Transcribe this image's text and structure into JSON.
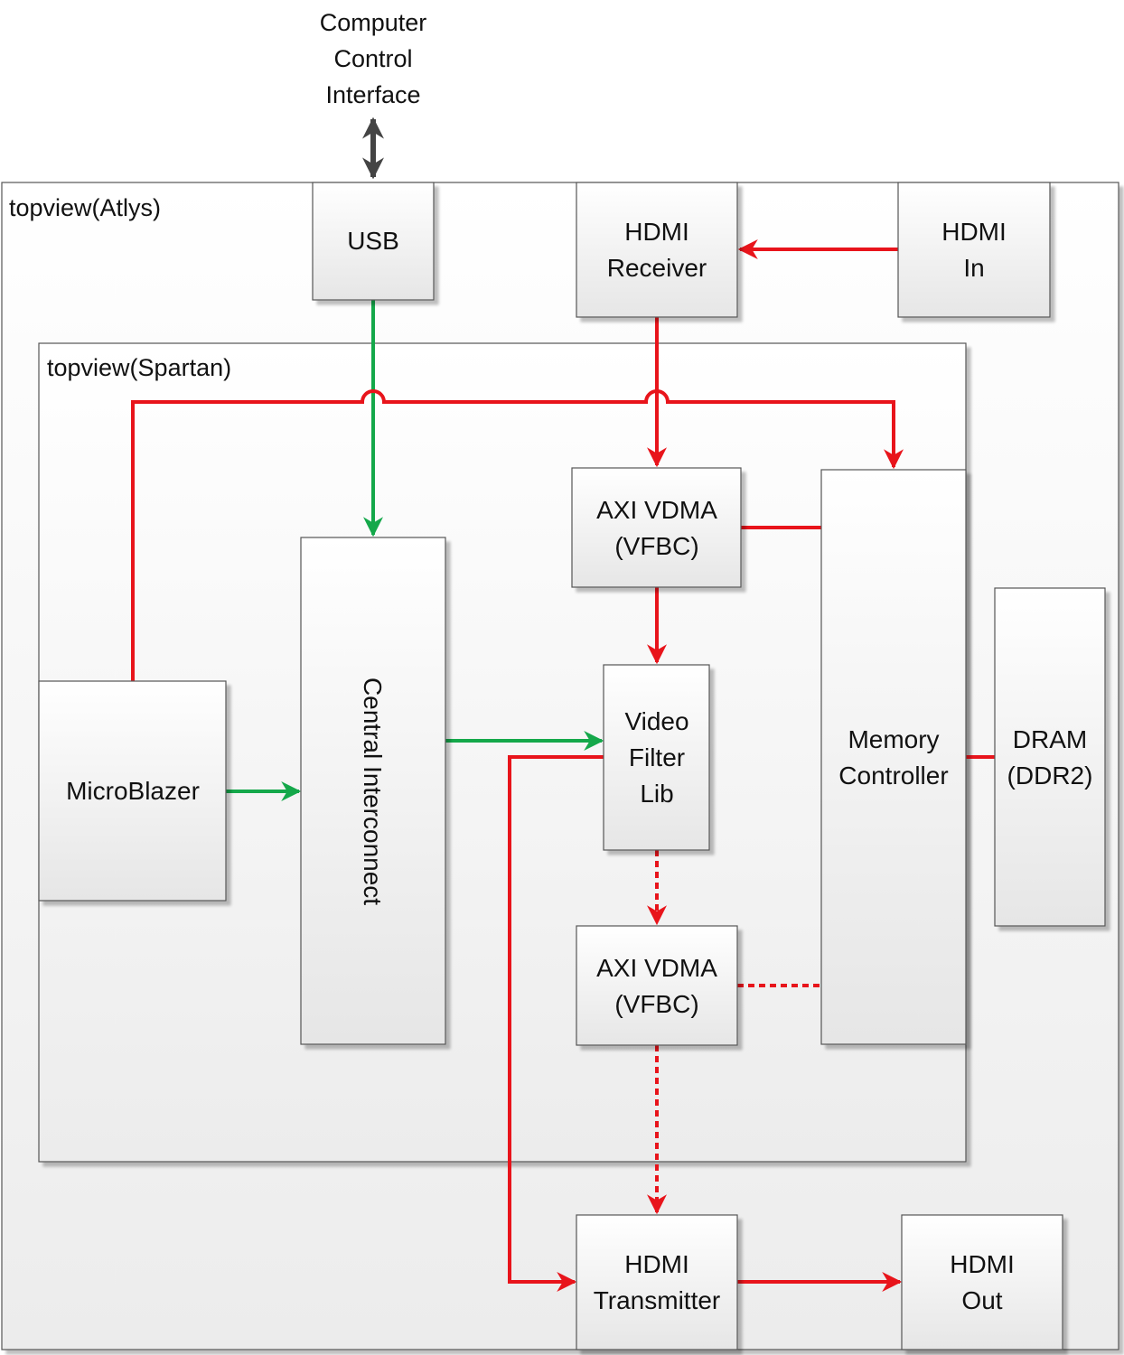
{
  "external_label": [
    "Computer",
    "Control",
    "Interface"
  ],
  "containers": {
    "atlys": "topview(Atlys)",
    "spartan": "topview(Spartan)"
  },
  "blocks": {
    "usb": [
      "USB"
    ],
    "hdmi_receiver": [
      "HDMI",
      "Receiver"
    ],
    "hdmi_in": [
      "HDMI",
      "In"
    ],
    "axi_vdma_top": [
      "AXI VDMA",
      "(VFBC)"
    ],
    "memory_controller": [
      "Memory",
      "Controller"
    ],
    "dram": [
      "DRAM",
      "(DDR2)"
    ],
    "microblazer": [
      "MicroBlazer"
    ],
    "central_interconnect": [
      "Central Interconnect"
    ],
    "video_filter_lib": [
      "Video",
      "Filter",
      "Lib"
    ],
    "axi_vdma_bottom": [
      "AXI VDMA",
      "(VFBC)"
    ],
    "hdmi_transmitter": [
      "HDMI",
      "Transmitter"
    ],
    "hdmi_out": [
      "HDMI",
      "Out"
    ]
  },
  "colors": {
    "video_path": "#e8141b",
    "control_path": "#14a84a",
    "external_link": "#444444",
    "block_fill_top": "#ffffff",
    "block_fill_bottom": "#e6e6e6"
  }
}
